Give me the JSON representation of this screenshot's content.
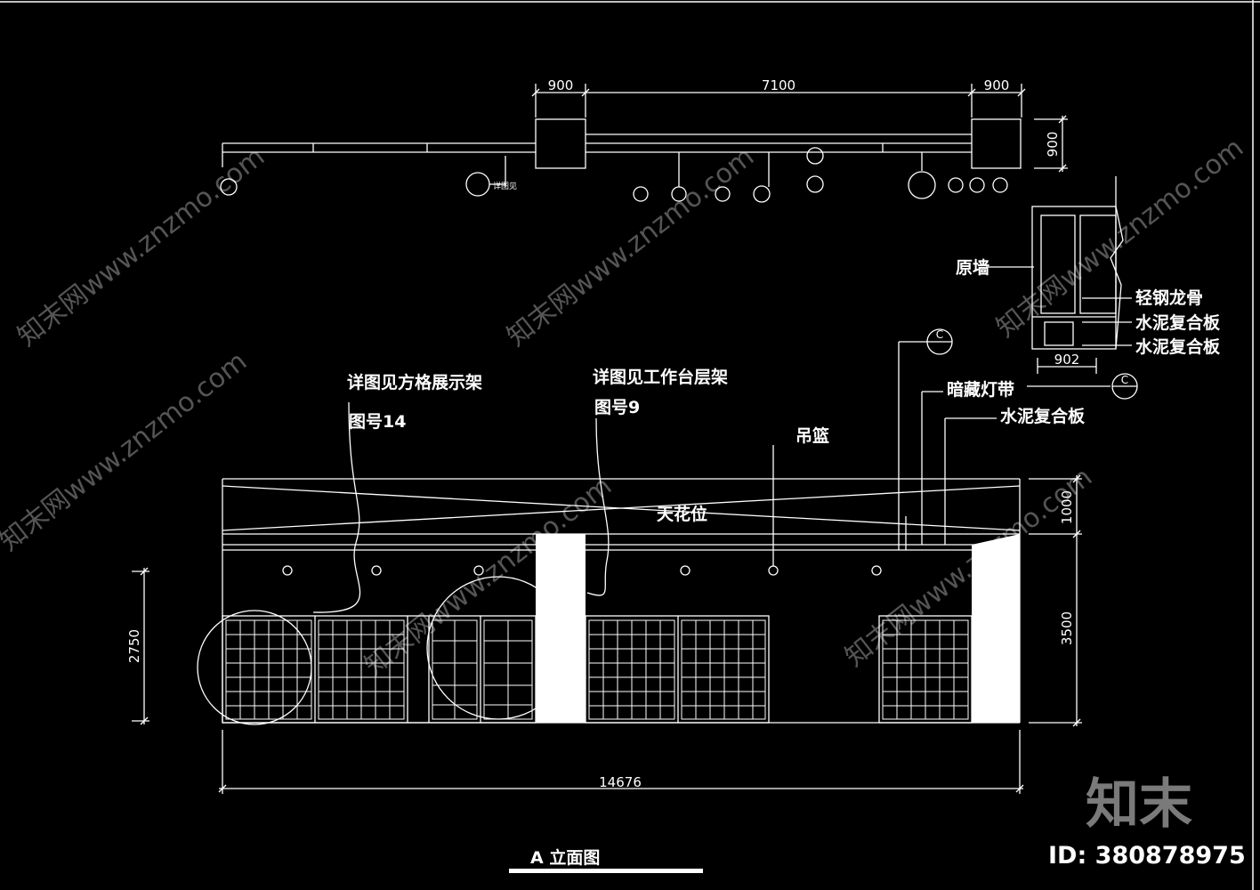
{
  "plan": {
    "dims": {
      "left": "900",
      "mid": "7100",
      "right": "900",
      "depth": "900"
    },
    "small_label": "详图见"
  },
  "section": {
    "labels": [
      "原墙",
      "轻钢龙骨",
      "水泥复合板",
      "水泥复合板"
    ],
    "width": "902",
    "marker": "C"
  },
  "elevation": {
    "notes": {
      "note1": "详图见方格展示架",
      "note1_ref": "图号14",
      "note2": "详图见工作台层架",
      "note2_ref": "图号9",
      "hang": "吊篮",
      "ceiling": "天花位",
      "led": "暗藏灯带",
      "board": "水泥复合板",
      "marker": "C"
    },
    "dims": {
      "total": "14676",
      "h_left": "2750",
      "h_top": "1000",
      "h_main": "3500"
    },
    "title": "A 立面图"
  },
  "watermark": {
    "text": "知末网www.znzmo.com",
    "brand": "知末",
    "id": "ID: 380878975"
  },
  "colors": {
    "bg": "#000000",
    "line": "#ffffff",
    "watermark": "#5a5a5a"
  }
}
